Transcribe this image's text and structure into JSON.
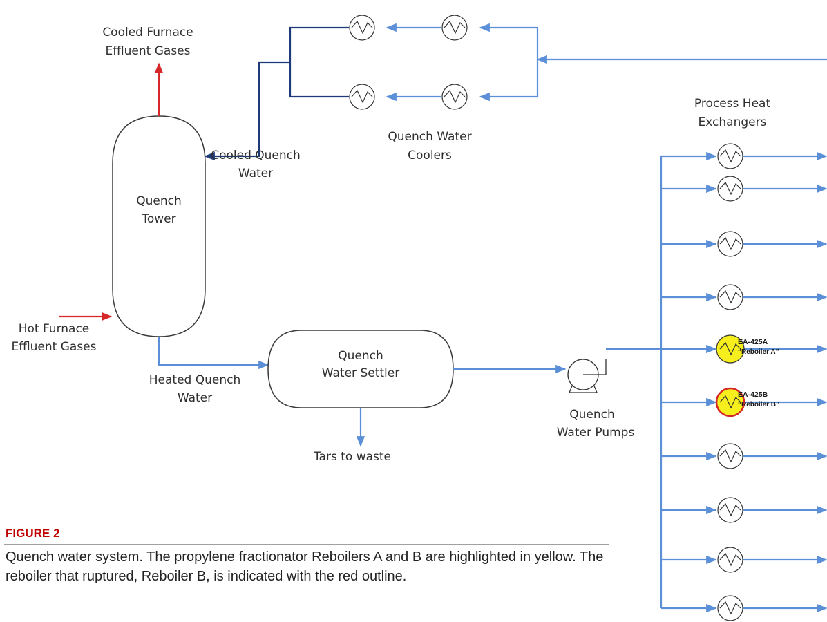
{
  "diagram": {
    "labels": {
      "cooled_effluent_line1": "Cooled Furnace",
      "cooled_effluent_line2": "Effluent Gases",
      "hot_effluent_line1": "Hot Furnace",
      "hot_effluent_line2": "Effluent Gases",
      "tower_line1": "Quench",
      "tower_line2": "Tower",
      "cooled_qw_line1": "Cooled Quench",
      "cooled_qw_line2": "Water",
      "coolers_line1": "Quench Water",
      "coolers_line2": "Coolers",
      "phe_line1": "Process Heat",
      "phe_line2": "Exchangers",
      "heated_qw_line1": "Heated Quench",
      "heated_qw_line2": "Water",
      "settler_line1": "Quench",
      "settler_line2": "Water Settler",
      "tars": "Tars to waste",
      "pumps_line1": "Quench",
      "pumps_line2": "Water Pumps",
      "reb_a_tag": "EA-425A",
      "reb_a_name": "“Reboiler A”",
      "reb_b_tag": "EA-425B",
      "reb_b_name": "“Reboiler B”"
    },
    "colors": {
      "water_line": "#5b8fd8",
      "cooled_line": "#1f3a78",
      "hot_gas": "#d62828",
      "highlight_fill": "#f7ee1d",
      "rupture_outline": "#d62828"
    }
  },
  "figure": {
    "title": "FIGURE 2",
    "caption": "Quench water system.  The propylene fractionator Reboilers A and B are highlighted in yellow.  The reboiler that ruptured, Reboiler B, is indicated with the red outline."
  }
}
